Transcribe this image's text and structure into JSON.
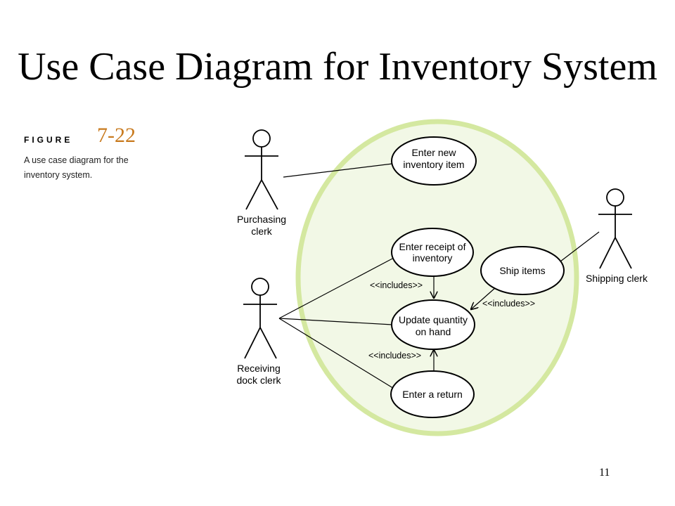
{
  "slide": {
    "title": "Use Case Diagram for Inventory System",
    "page_number": "11"
  },
  "figure": {
    "label": "FIGURE",
    "number": "7-22",
    "caption": "A use case diagram for the inventory system."
  },
  "diagram": {
    "actors": {
      "purchasing": [
        "Purchasing",
        "clerk"
      ],
      "receiving": [
        "Receiving",
        "dock clerk"
      ],
      "shipping": [
        "Shipping clerk"
      ]
    },
    "use_cases": {
      "enter_new": [
        "Enter new",
        "inventory item"
      ],
      "enter_receipt": [
        "Enter receipt of",
        "inventory"
      ],
      "ship_items": [
        "Ship items"
      ],
      "update_quantity": [
        "Update quantity",
        "on hand"
      ],
      "enter_return": [
        "Enter a return"
      ]
    },
    "includes_label": "<<includes>>",
    "colors": {
      "system_boundary": "#d4e8a0",
      "system_fill": "#f2f8e6",
      "stroke": "#000000",
      "figure_number": "#c87a1e"
    }
  }
}
